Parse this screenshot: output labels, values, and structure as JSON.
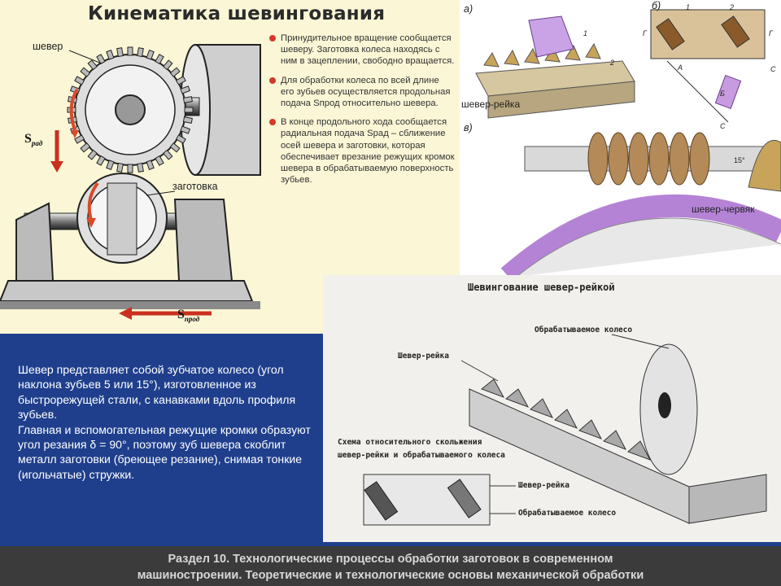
{
  "kinematics": {
    "title": "Кинематика шевингования",
    "label_shaver": "шевер",
    "label_workpiece": "заготовка",
    "label_s_rad": "S",
    "label_s_rad_sub": "рад",
    "label_s_feed": "S",
    "label_s_feed_sub": "прод",
    "bullets": [
      "Принудительное вращение сообщается шеверу. Заготовка колеса находясь с ним в зацеплении, свободно вращается.",
      "Для обработки колеса по всей длине его зубьев осуществляется продольная подача Sпрод относительно шевера.",
      "В конце продольного хода сообщается радиальная подача Sрад – сближение осей шевера и заготовки, которая обеспечивает врезание режущих кромок шевера в обрабатываемую поверхность зубьев."
    ]
  },
  "top_right": {
    "label_a": "а)",
    "label_b": "б)",
    "label_v": "в)",
    "label_rack": "шевер-рейка",
    "label_worm": "шевер-червяк",
    "label_angle": "15°",
    "markers": [
      "1",
      "2",
      "Г",
      "Г",
      "А",
      "Б",
      "С",
      "С",
      "1",
      "2"
    ]
  },
  "bottom_panel": {
    "title": "Шевингование шевер-рейкой",
    "label_wheel": "Обрабатываемое колесо",
    "label_rack": "Шевер-рейка",
    "scheme_line1": "Схема относительного скольжения",
    "scheme_line2": "шевер-рейки и обрабатываемого колеса",
    "legend_rack": "Шевер-рейка",
    "legend_wheel": "Обрабатываемое колесо"
  },
  "description": [
    "Шевер представляет собой зубчатое колесо (угол наклона зубьев 5 или 15°), изготовленное из быстрорежущей стали, с канавками вдоль профиля зубьев.",
    "Главная и вспомогательная  режущие кромки образуют угол резания δ = 90°, поэтому зуб шевера скоблит металл заготовки (бреющее резание), снимая тонкие (игольчатые) стружки."
  ],
  "footer": {
    "line1": "Раздел 10. Технологические процессы обработки заготовок в современном",
    "line2": "машиностроении. Теоретические и технологические основы механической обработки"
  }
}
